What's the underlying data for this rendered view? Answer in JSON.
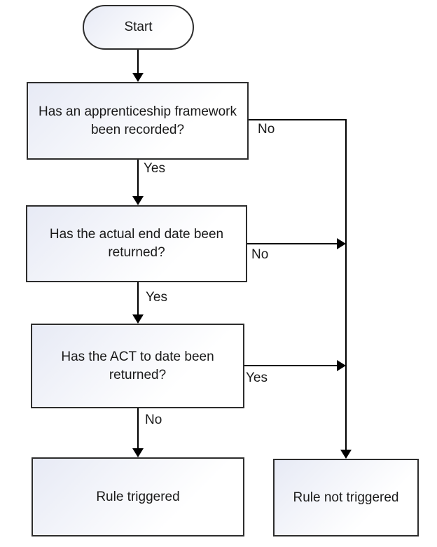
{
  "nodes": {
    "start": {
      "label": "Start",
      "shape": "terminator"
    },
    "q1": {
      "label": "Has an apprenticeship framework been recorded?",
      "shape": "process"
    },
    "q2": {
      "label": "Has the actual end date been returned?",
      "shape": "process"
    },
    "q3": {
      "label": "Has the ACT to date been returned?",
      "shape": "process"
    },
    "outcome_triggered": {
      "label": "Rule triggered",
      "shape": "process"
    },
    "outcome_not_triggered": {
      "label": "Rule not triggered",
      "shape": "process"
    }
  },
  "edges": {
    "start_to_q1": {
      "label": ""
    },
    "q1_to_q2": {
      "label": "Yes"
    },
    "q1_to_not_triggered": {
      "label": "No"
    },
    "q2_to_q3": {
      "label": "Yes"
    },
    "q2_to_not_triggered": {
      "label": "No"
    },
    "q3_to_triggered": {
      "label": "No"
    },
    "q3_to_not_triggered": {
      "label": "Yes"
    }
  },
  "colors": {
    "background": "#ffffff",
    "node_border": "#2d2d2d",
    "node_fill_top": "#e7eaf5",
    "node_fill_bottom": "#ffffff",
    "connector": "#000000",
    "text": "#1a1a1a"
  }
}
